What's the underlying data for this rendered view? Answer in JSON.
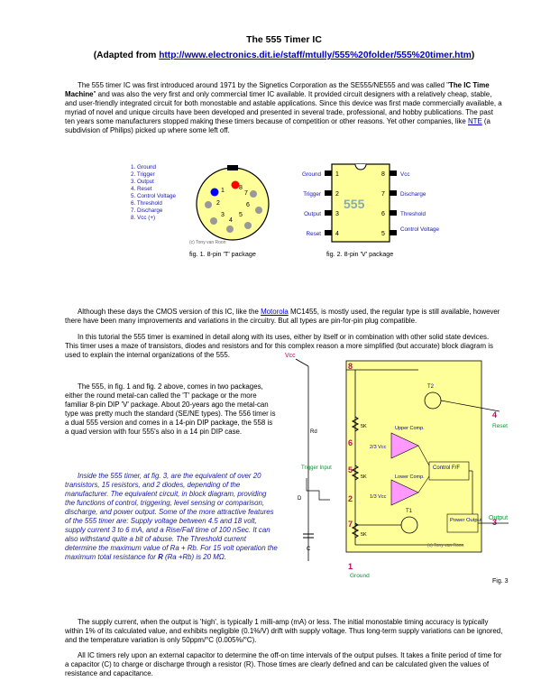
{
  "title": "The 555 Timer IC",
  "subtitle_prefix": "(Adapted from ",
  "subtitle_link": "http://www.electronics.dit.ie/staff/mtully/555%20folder/555%20timer.htm",
  "subtitle_suffix": ")",
  "para1": {
    "a": "The 555 timer IC was first introduced around 1971 by the Signetics Corporation as the SE555/NE555 and was called \"",
    "b": "The IC Time Machine",
    "c": "\" and was also the very first and only commercial timer IC available. It provided circuit designers with a relatively cheap, stable, and user-friendly integrated circuit for both monostable and astable applications. Since this device was first made commercially available, a myriad of novel and unique circuits have been developed and presented in several trade, professional, and hobby publications. The past ten years some manufacturers stopped making these timers because of competition or other reasons. Yet other companies, like ",
    "link": "NTE",
    "d": " (a subdivision of Philips) picked up where some left off."
  },
  "fig1": {
    "legend": [
      "1. Ground",
      "2. Trigger",
      "3. Output",
      "4. Reset",
      "5. Control Voltage",
      "6. Threshold",
      "7. Discharge",
      "8. Vcc (+)"
    ],
    "pins": [
      "1",
      "2",
      "3",
      "4",
      "5",
      "6",
      "7",
      "8"
    ],
    "credit": "(c) Tony van Roon",
    "caption": "fig. 1.  8-pin 'T' package"
  },
  "fig2": {
    "chip": "555",
    "left_pins": [
      "Ground",
      "Trigger",
      "Output",
      "Reset"
    ],
    "right_pins": [
      "Vcc",
      "Discharge",
      "Threshold",
      "Control Voltage"
    ],
    "left_nums": [
      "1",
      "2",
      "3",
      "4"
    ],
    "right_nums": [
      "8",
      "7",
      "6",
      "5"
    ],
    "caption": "fig. 2.  8-pin 'V' package"
  },
  "para2": {
    "a": "Although these days the CMOS version of this IC, like the ",
    "link": "Motorola",
    "b": " MC1455, is mostly used, the regular type is still available, however there have been many improvements and variations in the circuitry. But all types are pin-for-pin plug compatible."
  },
  "para3": "In this tutorial the 555 timer is examined in detail along with its uses, either by itself or in combination with other solid state devices. This timer uses a maze of transistors, diodes and resistors and for this complex reason a more simplified (but accurate) block diagram is used to explain the internal organizations of the 555.",
  "para4": "The 555, in fig. 1 and fig. 2 above, comes in two packages, either the round metal-can called the 'T' package or the more familiar 8-pin DIP 'V' package. About 20-years ago the metal-can type was pretty much the standard (SE/NE types). The 556 timer is a dual 555 version and comes in a 14-pin DIP package, the 558 is a quad version with four 555's also in a 14 pin DIP case.",
  "para5": {
    "a": "Inside the 555 timer, at fig. 3, are the equivalent of over 20 transistors, 15 resistors, and 2 diodes, depending of the manufacturer. The equivalent circuit, in block diagram, providing the functions of control, triggering, level sensing or comparison, discharge, and power output. Some of the more attractive features of the 555 timer are: Supply voltage between 4.5 and 18 volt, supply current 3 to 6 mA, and a Rise/Fall time of 100 nSec. It can also withstand quite a bit of abuse. The Threshold current determine the maximum value of Ra + Rb. For 15 volt operation the maximum total resistance for ",
    "b": "R",
    "c": " (Ra +Rb) is 20 MΩ."
  },
  "para6": "The supply current, when the output is 'high', is typically 1 milli-amp (mA) or less. The initial monostable timing accuracy is typically within 1% of its calculated value, and exhibits negligible (0.1%/V) drift with supply voltage. Thus long-term supply variations can be ignored, and the temperature variation is only 50ppm/°C (0.005%/°C).",
  "para7": "All IC timers rely upon an external capacitor to determine the off-on time intervals of the output pulses. It takes a finite period of time for a capacitor (C) to charge or discharge through a resistor (R). Those times are clearly defined and can be calculated given the values of resistance and capacitance.",
  "fig3": {
    "vcc": "Vcc",
    "rd": "Rd",
    "r1": "5K",
    "r2": "5K",
    "r3": "5K",
    "t2": "T2",
    "t1": "T1",
    "upper": "Upper Comp.",
    "lower": "Lower Comp.",
    "ref_upper": "2/3 Vcc",
    "ref_lower": "1/3 Vcc",
    "control": "Control F/F",
    "power": "Power Output",
    "trigger": "Trigger Input",
    "output": "Output",
    "reset": "Reset",
    "ground": "Ground",
    "cap": "C",
    "d": "D",
    "pins": [
      "8",
      "6",
      "5",
      "2",
      "7",
      "1",
      "4",
      "3"
    ],
    "credit": "(c) Tony van Roon",
    "caption": "Fig. 3",
    "colors": {
      "panel": "#ffff99",
      "wire": "#000000",
      "pin_text": "#cc0066",
      "out_text": "#009933",
      "comp": "#ff99ff",
      "box_text": "#0000aa"
    }
  }
}
